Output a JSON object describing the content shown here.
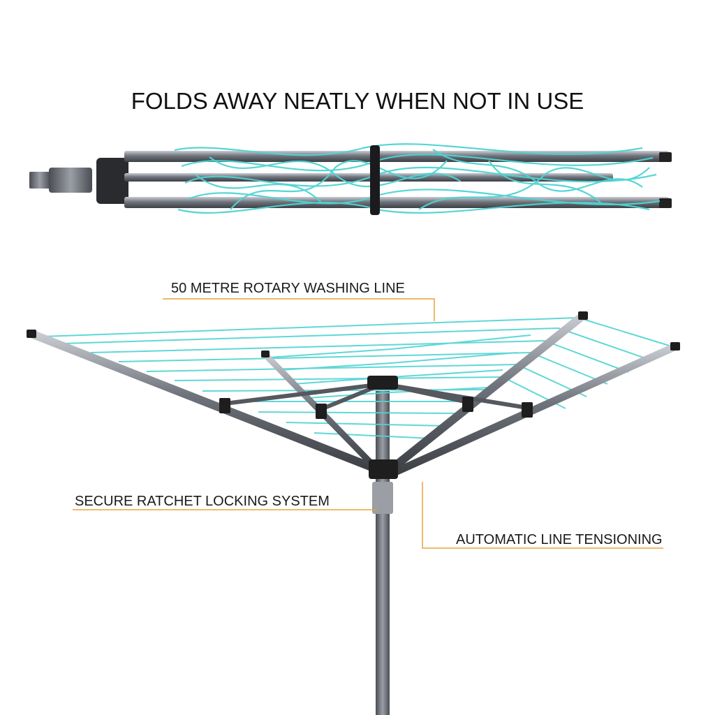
{
  "headline": "FOLDS AWAY NEATLY WHEN NOT IN USE",
  "callouts": {
    "line_length": "50 METRE ROTARY WASHING LINE",
    "locking": "SECURE RATCHET LOCKING SYSTEM",
    "tensioning": "AUTOMATIC LINE TENSIONING"
  },
  "colors": {
    "accent_line": "#E8A33D",
    "cord": "#4FD3D3",
    "frame": "#7A7D84",
    "frame_dark": "#3A3C40",
    "plastic": "#1E1E1E",
    "text": "#111111"
  }
}
